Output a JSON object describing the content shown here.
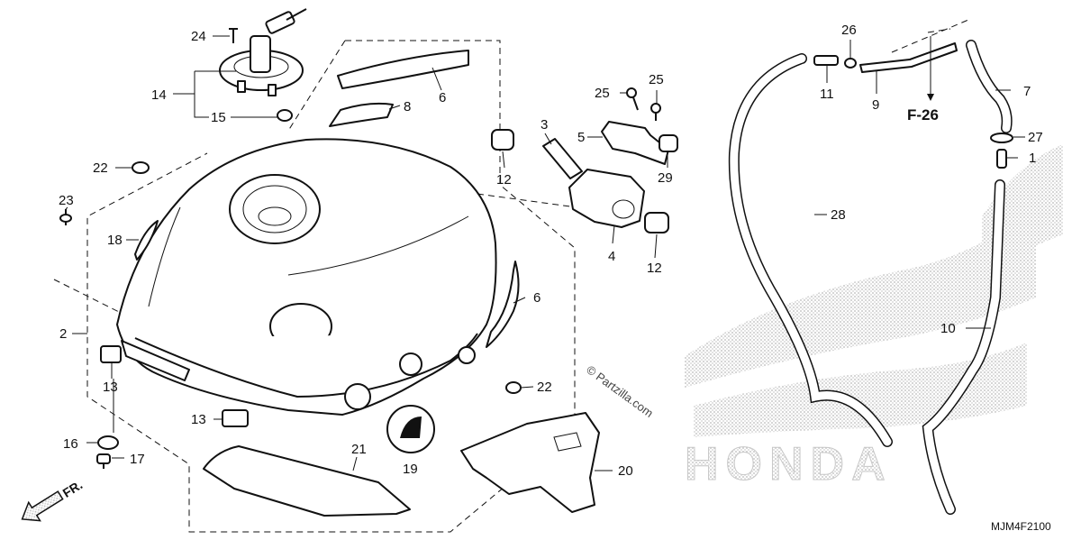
{
  "diagram": {
    "callouts": {
      "c1": "1",
      "c2": "2",
      "c3": "3",
      "c4": "4",
      "c5": "5",
      "c6a": "6",
      "c6b": "6",
      "c7": "7",
      "c8": "8",
      "c9": "9",
      "c10": "10",
      "c11": "11",
      "c12a": "12",
      "c12b": "12",
      "c13a": "13",
      "c13b": "13",
      "c14": "14",
      "c15": "15",
      "c16": "16",
      "c17": "17",
      "c18": "18",
      "c19": "19",
      "c20": "20",
      "c21": "21",
      "c22a": "22",
      "c22b": "22",
      "c23": "23",
      "c24": "24",
      "c25a": "25",
      "c25b": "25",
      "c26": "26",
      "c27": "27",
      "c28": "28",
      "c29": "29"
    },
    "figure_ref": "F-26",
    "direction_label": "FR.",
    "watermark": "© Partzilla.com",
    "drawing_code": "MJM4F2100",
    "background_logo_text": "HONDA"
  }
}
